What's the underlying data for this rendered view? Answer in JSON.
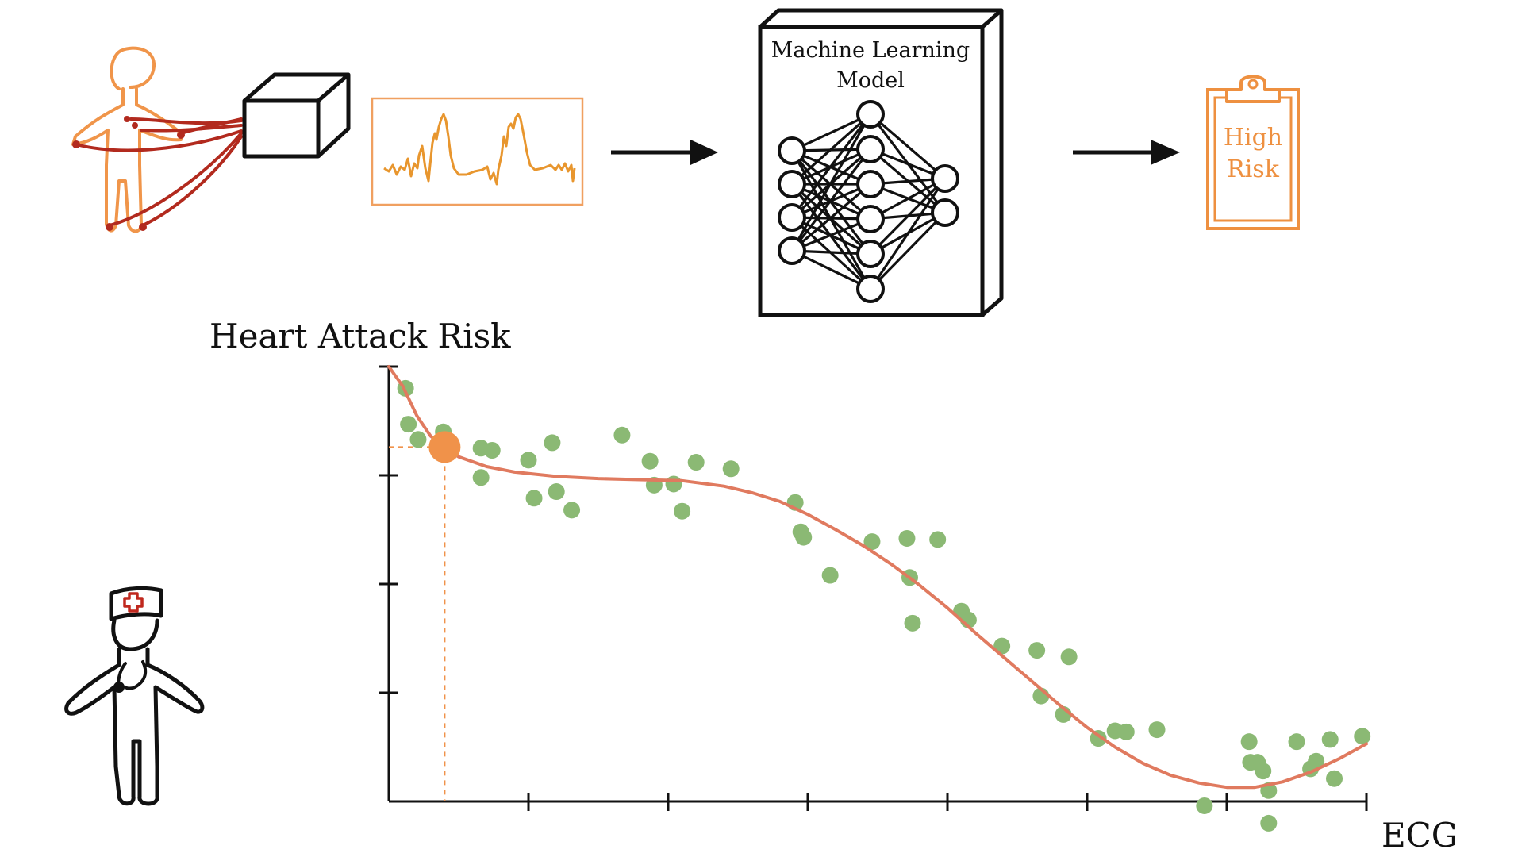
{
  "model_box": {
    "title_line1": "Machine Learning",
    "title_line2": "Model"
  },
  "clipboard": {
    "line1": "High",
    "line2": "Risk"
  },
  "chart": {
    "ylabel": "Heart Attack Risk",
    "xlabel": "ECG"
  },
  "colors": {
    "orange": "#F0954A",
    "dark_orange": "#E8A050",
    "red_wire": "#B22A1E",
    "curve": "#E07A5F",
    "point": "#8BB974",
    "highlight": "#F0924A",
    "ink": "#111111"
  },
  "icons": {
    "patient": "patient-with-ecg-leads-icon",
    "ecg_device": "ecg-device-box-icon",
    "ecg_trace": "ecg-waveform-icon",
    "arrow": "right-arrow-icon",
    "model": "neural-network-model-box-icon",
    "clipboard": "clipboard-icon",
    "doctor": "doctor-with-stethoscope-icon"
  },
  "chart_data": {
    "type": "scatter",
    "xlabel": "ECG",
    "ylabel": "Heart Attack Risk",
    "xlim": [
      0,
      7
    ],
    "ylim": [
      0,
      4
    ],
    "x_ticks": [
      1,
      2,
      3,
      4,
      5,
      6,
      7
    ],
    "y_ticks": [
      1,
      2,
      3,
      4
    ],
    "grid": false,
    "points": [
      [
        0.12,
        3.8
      ],
      [
        0.14,
        3.47
      ],
      [
        0.21,
        3.33
      ],
      [
        0.39,
        3.4
      ],
      [
        0.66,
        3.25
      ],
      [
        0.74,
        3.23
      ],
      [
        0.66,
        2.98
      ],
      [
        1.0,
        3.14
      ],
      [
        1.04,
        2.79
      ],
      [
        1.17,
        3.3
      ],
      [
        1.2,
        2.85
      ],
      [
        1.31,
        2.68
      ],
      [
        1.67,
        3.37
      ],
      [
        1.87,
        3.13
      ],
      [
        1.9,
        2.91
      ],
      [
        2.04,
        2.92
      ],
      [
        2.1,
        2.67
      ],
      [
        2.2,
        3.12
      ],
      [
        2.45,
        3.06
      ],
      [
        2.91,
        2.75
      ],
      [
        2.95,
        2.48
      ],
      [
        2.97,
        2.43
      ],
      [
        3.16,
        2.08
      ],
      [
        3.46,
        2.39
      ],
      [
        3.71,
        2.42
      ],
      [
        3.73,
        2.06
      ],
      [
        3.75,
        1.64
      ],
      [
        3.93,
        2.41
      ],
      [
        4.1,
        1.75
      ],
      [
        4.15,
        1.67
      ],
      [
        4.39,
        1.43
      ],
      [
        4.64,
        1.39
      ],
      [
        4.67,
        0.97
      ],
      [
        4.83,
        0.8
      ],
      [
        4.87,
        1.33
      ],
      [
        5.08,
        0.58
      ],
      [
        5.2,
        0.65
      ],
      [
        5.28,
        0.64
      ],
      [
        5.5,
        0.66
      ],
      [
        5.84,
        -0.04
      ],
      [
        6.16,
        0.55
      ],
      [
        6.17,
        0.36
      ],
      [
        6.22,
        0.36
      ],
      [
        6.26,
        0.28
      ],
      [
        6.3,
        0.1
      ],
      [
        6.3,
        -0.2
      ],
      [
        6.5,
        0.55
      ],
      [
        6.6,
        0.3
      ],
      [
        6.64,
        0.37
      ],
      [
        6.74,
        0.57
      ],
      [
        6.77,
        0.21
      ],
      [
        6.97,
        0.6
      ]
    ],
    "fit_curve": [
      [
        0.0,
        4.0
      ],
      [
        0.1,
        3.82
      ],
      [
        0.2,
        3.55
      ],
      [
        0.3,
        3.36
      ],
      [
        0.4,
        3.26
      ],
      [
        0.5,
        3.17
      ],
      [
        0.7,
        3.08
      ],
      [
        0.9,
        3.03
      ],
      [
        1.2,
        2.99
      ],
      [
        1.5,
        2.97
      ],
      [
        1.8,
        2.96
      ],
      [
        2.1,
        2.95
      ],
      [
        2.4,
        2.9
      ],
      [
        2.6,
        2.84
      ],
      [
        2.8,
        2.76
      ],
      [
        3.0,
        2.64
      ],
      [
        3.2,
        2.5
      ],
      [
        3.4,
        2.35
      ],
      [
        3.6,
        2.18
      ],
      [
        3.8,
        1.99
      ],
      [
        4.0,
        1.78
      ],
      [
        4.2,
        1.55
      ],
      [
        4.4,
        1.33
      ],
      [
        4.6,
        1.11
      ],
      [
        4.8,
        0.89
      ],
      [
        5.0,
        0.68
      ],
      [
        5.2,
        0.5
      ],
      [
        5.4,
        0.35
      ],
      [
        5.6,
        0.24
      ],
      [
        5.8,
        0.17
      ],
      [
        6.0,
        0.13
      ],
      [
        6.2,
        0.13
      ],
      [
        6.4,
        0.18
      ],
      [
        6.6,
        0.27
      ],
      [
        6.8,
        0.39
      ],
      [
        7.0,
        0.53
      ]
    ],
    "highlight": {
      "x": 0.4,
      "y": 3.26
    }
  }
}
